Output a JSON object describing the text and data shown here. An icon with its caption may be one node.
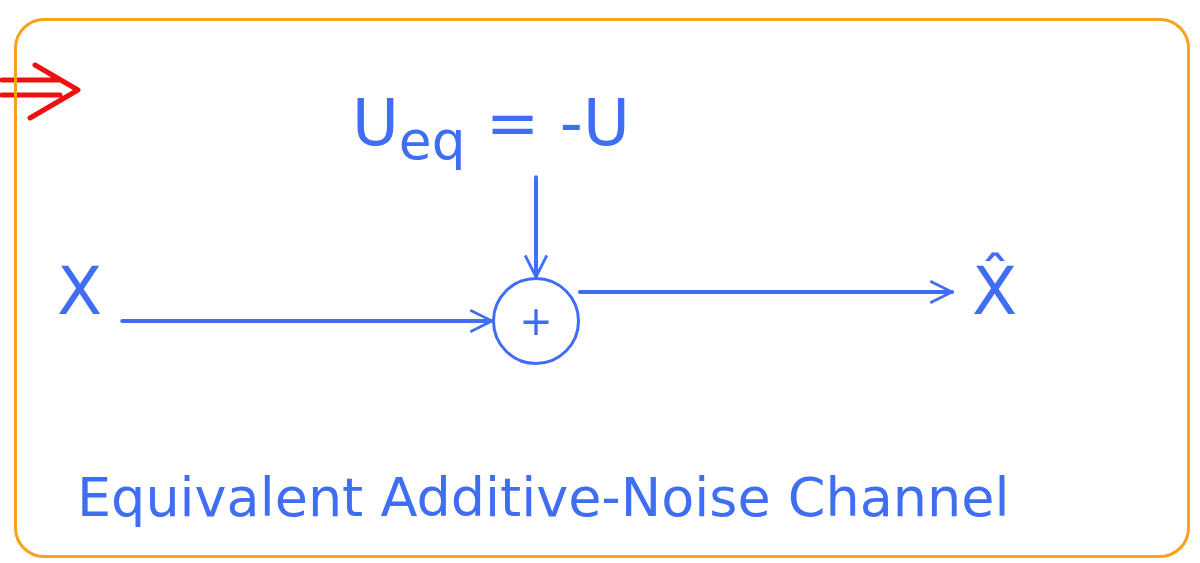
{
  "diagram": {
    "nodes": [
      {
        "text": [
          "Equivalent Additive-Noise Channel"
        ]
      },
      {
        "text": [
          "X"
        ],
        "in": 0
      },
      {
        "text": [
          "U$_{eq}$ = -U"
        ],
        "in": 0
      },
      {
        "text": [
          "+"
        ],
        "in": 0
      },
      {
        "text": [
          "X̂"
        ],
        "in": 0
      }
    ],
    "edges": [
      {
        "from": 1,
        "to": 3,
        "arrow": "to"
      },
      {
        "from": 2,
        "to": 3,
        "arrow": "to"
      },
      {
        "from": 3,
        "to": 4,
        "arrow": "to"
      }
    ]
  }
}
